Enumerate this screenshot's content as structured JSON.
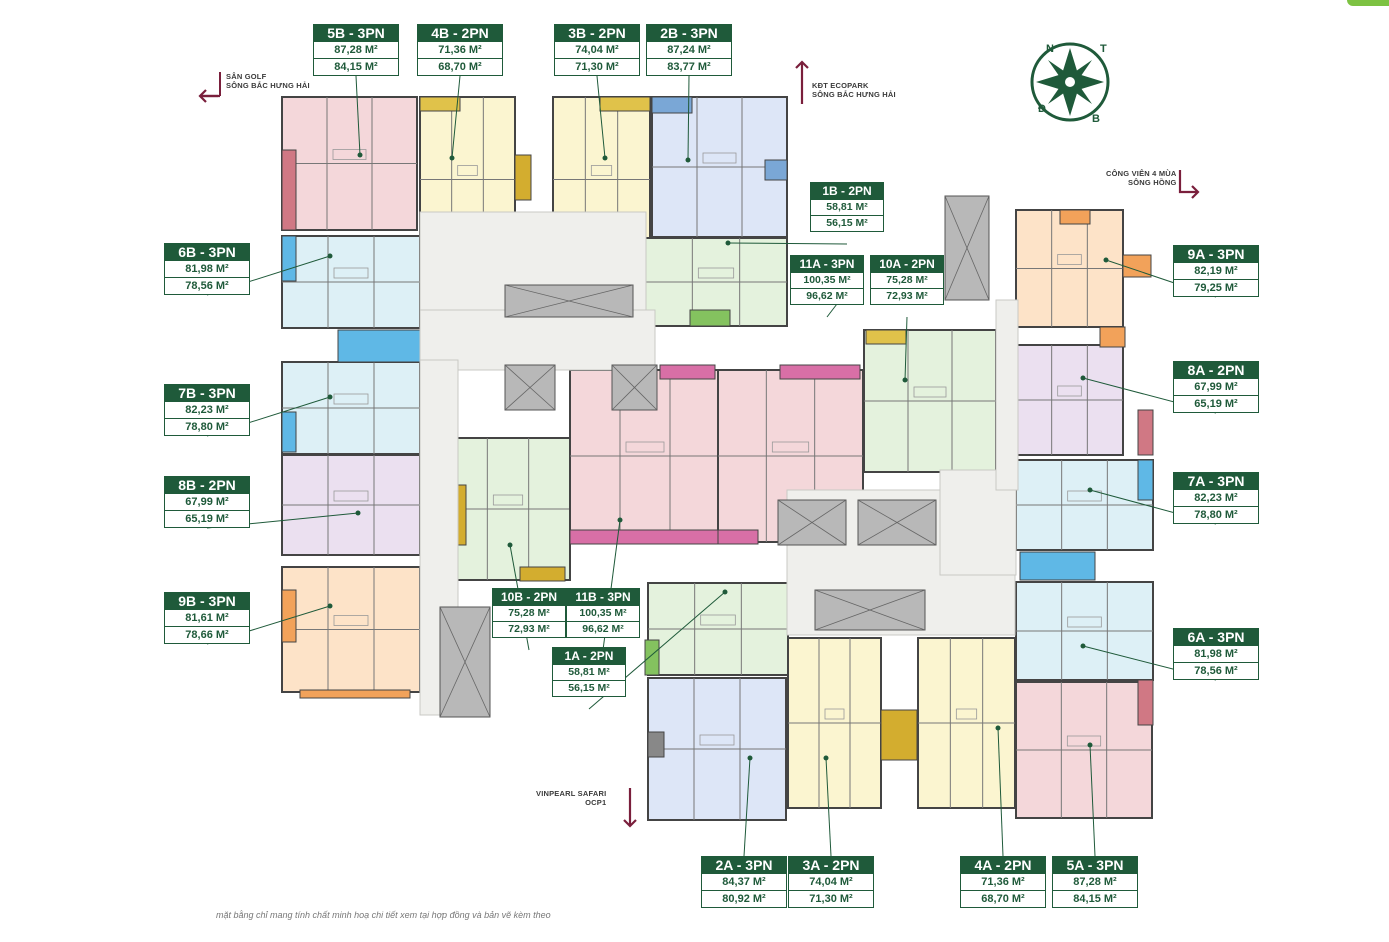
{
  "units": [
    {
      "id": "5B",
      "label": "5B - 3PN",
      "areas": [
        "87,28 M²",
        "84,15 M²"
      ]
    },
    {
      "id": "4B",
      "label": "4B - 2PN",
      "areas": [
        "71,36 M²",
        "68,70 M²"
      ]
    },
    {
      "id": "3B",
      "label": "3B - 2PN",
      "areas": [
        "74,04 M²",
        "71,30 M²"
      ]
    },
    {
      "id": "2B",
      "label": "2B - 3PN",
      "areas": [
        "87,24 M²",
        "83,77 M²"
      ]
    },
    {
      "id": "1B",
      "label": "1B - 2PN",
      "areas": [
        "58,81 M²",
        "56,15 M²"
      ]
    },
    {
      "id": "6B",
      "label": "6B - 3PN",
      "areas": [
        "81,98 M²",
        "78,56 M²"
      ]
    },
    {
      "id": "7B",
      "label": "7B - 3PN",
      "areas": [
        "82,23 M²",
        "78,80 M²"
      ]
    },
    {
      "id": "8B",
      "label": "8B - 2PN",
      "areas": [
        "67,99 M²",
        "65,19 M²"
      ]
    },
    {
      "id": "9B",
      "label": "9B - 3PN",
      "areas": [
        "81,61 M²",
        "78,66 M²"
      ]
    },
    {
      "id": "10B",
      "label": "10B - 2PN",
      "areas": [
        "75,28 M²",
        "72,93 M²"
      ]
    },
    {
      "id": "11B",
      "label": "11B - 3PN",
      "areas": [
        "100,35 M²",
        "96,62 M²"
      ]
    },
    {
      "id": "11A",
      "label": "11A - 3PN",
      "areas": [
        "100,35 M²",
        "96,62 M²"
      ]
    },
    {
      "id": "10A",
      "label": "10A - 2PN",
      "areas": [
        "75,28 M²",
        "72,93 M²"
      ]
    },
    {
      "id": "9A",
      "label": "9A - 3PN",
      "areas": [
        "82,19 M²",
        "79,25 M²"
      ]
    },
    {
      "id": "8A",
      "label": "8A - 2PN",
      "areas": [
        "67,99 M²",
        "65,19 M²"
      ]
    },
    {
      "id": "7A",
      "label": "7A - 3PN",
      "areas": [
        "82,23 M²",
        "78,80 M²"
      ]
    },
    {
      "id": "6A",
      "label": "6A - 3PN",
      "areas": [
        "81,98 M²",
        "78,56 M²"
      ]
    },
    {
      "id": "1A",
      "label": "1A - 2PN",
      "areas": [
        "58,81 M²",
        "56,15 M²"
      ]
    },
    {
      "id": "2A",
      "label": "2A - 3PN",
      "areas": [
        "84,37 M²",
        "80,92 M²"
      ]
    },
    {
      "id": "3A",
      "label": "3A - 2PN",
      "areas": [
        "74,04 M²",
        "71,30 M²"
      ]
    },
    {
      "id": "4A",
      "label": "4A - 2PN",
      "areas": [
        "71,36 M²",
        "68,70 M²"
      ]
    },
    {
      "id": "5A",
      "label": "5A - 3PN",
      "areas": [
        "87,28 M²",
        "84,15 M²"
      ]
    }
  ],
  "directions": {
    "west": [
      "SÂN GOLF",
      "SÔNG BẮC HƯNG HẢI"
    ],
    "north": [
      "KĐT ECOPARK",
      "SÔNG BẮC HƯNG HẢI"
    ],
    "east": [
      "CÔNG VIÊN 4 MÙA",
      "SÔNG HỒNG"
    ],
    "south": [
      "VINPEARL SAFARI",
      "OCP1"
    ]
  },
  "compass": [
    "N",
    "T",
    "B",
    "Đ"
  ],
  "colors": {
    "label_green": "#1f5a3a",
    "accent_maroon": "#7a1f3c",
    "pink": "#f4d7da",
    "yellow": "#fbf5d0",
    "blue": "#dde6f7",
    "green": "#e4f2dd",
    "cyan": "#ddf0f6",
    "lilac": "#ebe0f0",
    "peach": "#fde3c8",
    "corridor": "#efefec"
  },
  "footnote": "mặt bằng chỉ mang tính chất minh hoạ chi tiết xem tại hợp đồng và bản vẽ kèm theo"
}
